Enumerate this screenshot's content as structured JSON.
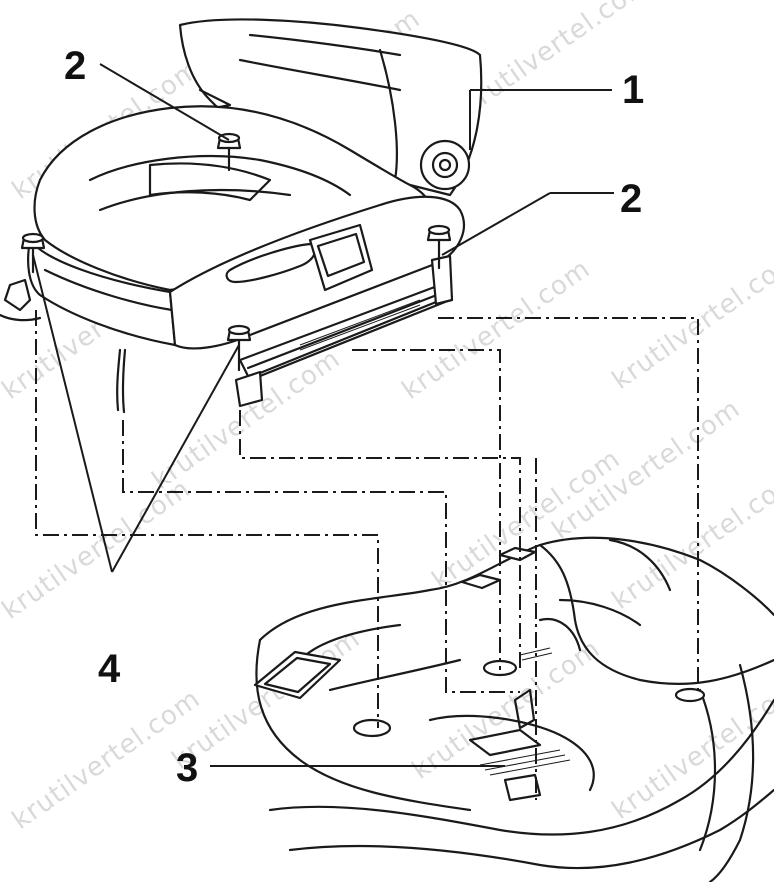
{
  "callouts": [
    {
      "id": "1",
      "label": "1"
    },
    {
      "id": "2a",
      "label": "2"
    },
    {
      "id": "2b",
      "label": "2"
    },
    {
      "id": "3",
      "label": "3"
    },
    {
      "id": "4",
      "label": "4"
    }
  ],
  "watermark": "krutilvertel.com",
  "colors": {
    "ink": "#1a1a1a",
    "watermark": "#d9d9d9",
    "background": "#ffffff"
  }
}
